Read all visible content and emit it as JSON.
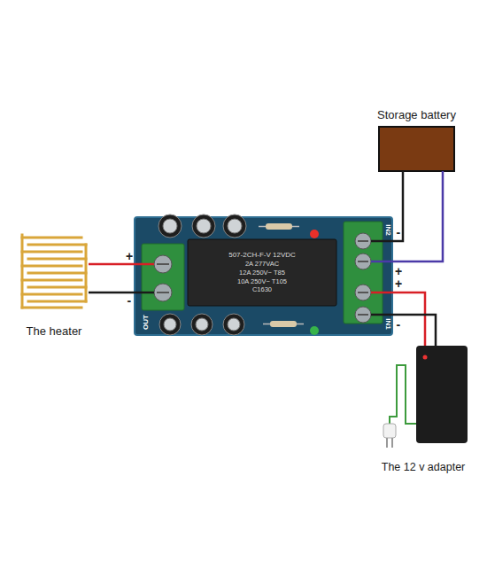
{
  "diagram": {
    "nodes": [
      {
        "text": [
          "Storage battery"
        ]
      },
      {
        "text": [
          "The heater"
        ]
      },
      {
        "text": [
          "OUT",
          "IN2",
          "IN1"
        ]
      },
      {
        "text": [
          "507-2CH-F-V 12VDC",
          "2A 277VAC",
          "12A 250V~ T85",
          "10A 250V~ T105",
          "C1630"
        ],
        "in": 2
      },
      {
        "text": [
          "The 12 v adapter"
        ]
      }
    ],
    "edges": [
      {
        "from": 1,
        "to": 2,
        "arrow": "none"
      },
      {
        "from": 1,
        "to": 2,
        "arrow": "none"
      },
      {
        "from": 0,
        "to": 2,
        "arrow": "none"
      },
      {
        "from": 0,
        "to": 2,
        "arrow": "none"
      },
      {
        "from": 4,
        "to": 2,
        "arrow": "none"
      },
      {
        "from": 4,
        "to": 2,
        "arrow": "none"
      }
    ],
    "labels": [
      "+",
      "-",
      "-",
      "+",
      "+",
      "-"
    ]
  }
}
